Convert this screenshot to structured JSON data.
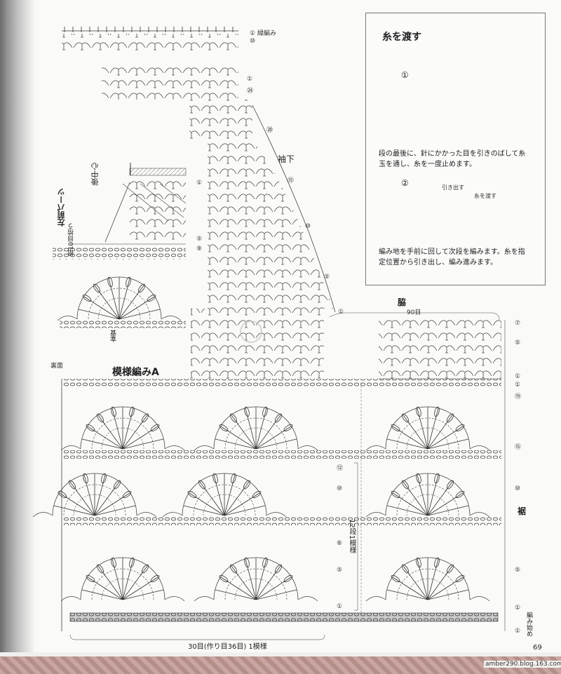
{
  "labels": {
    "border_edge": "緑編み",
    "sleeve_bottom": "袖下",
    "left_front_side": "左前パーツ",
    "neck_center": "後中心",
    "neck_pick": "拾10目拾う",
    "hem_width_label": "基準",
    "pattern_a": "模様編みA",
    "side": "脇",
    "side_count": "90目",
    "hem": "裾",
    "start": "編み始め",
    "repeat_vertical": "12段1模様",
    "repeat_horizontal": "30目(作り目36目) 1模様",
    "left_edge_mark": "裏面"
  },
  "row_markers": {
    "top_band": [
      "①",
      "⑩"
    ],
    "upper": [
      "①",
      "㉔"
    ],
    "sleeve": [
      "⑳",
      "⑮",
      "⑩",
      "⑤",
      "①"
    ],
    "neck": [
      "①",
      "⑤",
      "⑨"
    ],
    "side": [
      "⑦",
      "⑤",
      "①"
    ],
    "body_left": [
      "⑫",
      "⑩",
      "⑥",
      "⑤",
      "①"
    ],
    "body_right": [
      "①",
      "⑲",
      "⑮",
      "⑩",
      "⑤",
      "①",
      "①"
    ]
  },
  "inset": {
    "title": "糸を渡す",
    "step1": "①",
    "step1_text": "段の最後に、針にかかった目を引きのばして糸玉を通し、糸を一度止めます。",
    "step2": "②",
    "step2_hint1": "引き出す",
    "step2_hint2": "糸を渡す",
    "step2_text": "編み地を手前に回して次段を編みます。糸を指定位置から引き出し、編み進みます。"
  },
  "footer": {
    "page_number": "69",
    "url": "amber290.blog.163.com"
  },
  "colors": {
    "ink": "#2b2b2b",
    "shade_band": "#bdbdbd",
    "paper": "#fafaf8"
  }
}
